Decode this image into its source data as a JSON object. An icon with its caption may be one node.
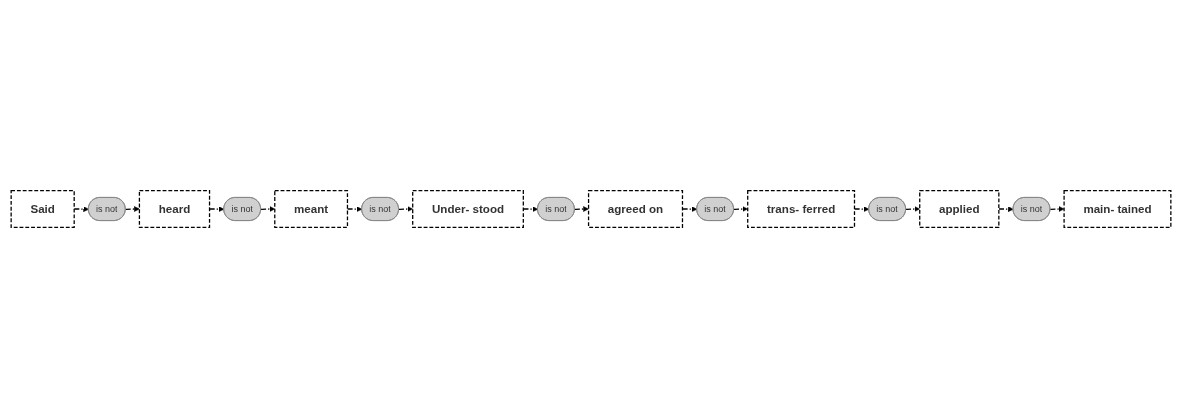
{
  "diagram": {
    "nodes": [
      {
        "text": [
          "Said"
        ]
      },
      {
        "text": [
          "is not"
        ]
      },
      {
        "text": [
          "heard"
        ]
      },
      {
        "text": [
          "is not"
        ]
      },
      {
        "text": [
          "meant"
        ]
      },
      {
        "text": [
          "is not"
        ]
      },
      {
        "text": [
          "Under- stood"
        ]
      },
      {
        "text": [
          "is not"
        ]
      },
      {
        "text": [
          "agreed on"
        ]
      },
      {
        "text": [
          "is not"
        ]
      },
      {
        "text": [
          "trans- ferred"
        ]
      },
      {
        "text": [
          "is not"
        ]
      },
      {
        "text": [
          "applied"
        ]
      },
      {
        "text": [
          "is not"
        ]
      },
      {
        "text": [
          "main- tained"
        ]
      }
    ],
    "edges": [
      {
        "from": 0,
        "to": 1,
        "arrow": "to",
        "style": "dashed"
      },
      {
        "from": 1,
        "to": 2,
        "arrow": "to",
        "style": "dashed"
      },
      {
        "from": 2,
        "to": 3,
        "arrow": "to",
        "style": "dashed"
      },
      {
        "from": 3,
        "to": 4,
        "arrow": "to",
        "style": "dashed"
      },
      {
        "from": 4,
        "to": 5,
        "arrow": "to",
        "style": "dashed"
      },
      {
        "from": 5,
        "to": 6,
        "arrow": "to",
        "style": "dashed"
      },
      {
        "from": 6,
        "to": 7,
        "arrow": "to",
        "style": "dashed"
      },
      {
        "from": 7,
        "to": 8,
        "arrow": "to",
        "style": "dashed"
      },
      {
        "from": 8,
        "to": 9,
        "arrow": "to",
        "style": "dashed"
      },
      {
        "from": 9,
        "to": 10,
        "arrow": "to",
        "style": "dashed"
      },
      {
        "from": 10,
        "to": 11,
        "arrow": "to",
        "style": "dashed"
      },
      {
        "from": 11,
        "to": 12,
        "arrow": "to",
        "style": "dashed"
      },
      {
        "from": 12,
        "to": 13,
        "arrow": "to",
        "style": "dashed"
      },
      {
        "from": 13,
        "to": 14,
        "arrow": "to",
        "style": "dashed"
      }
    ]
  }
}
